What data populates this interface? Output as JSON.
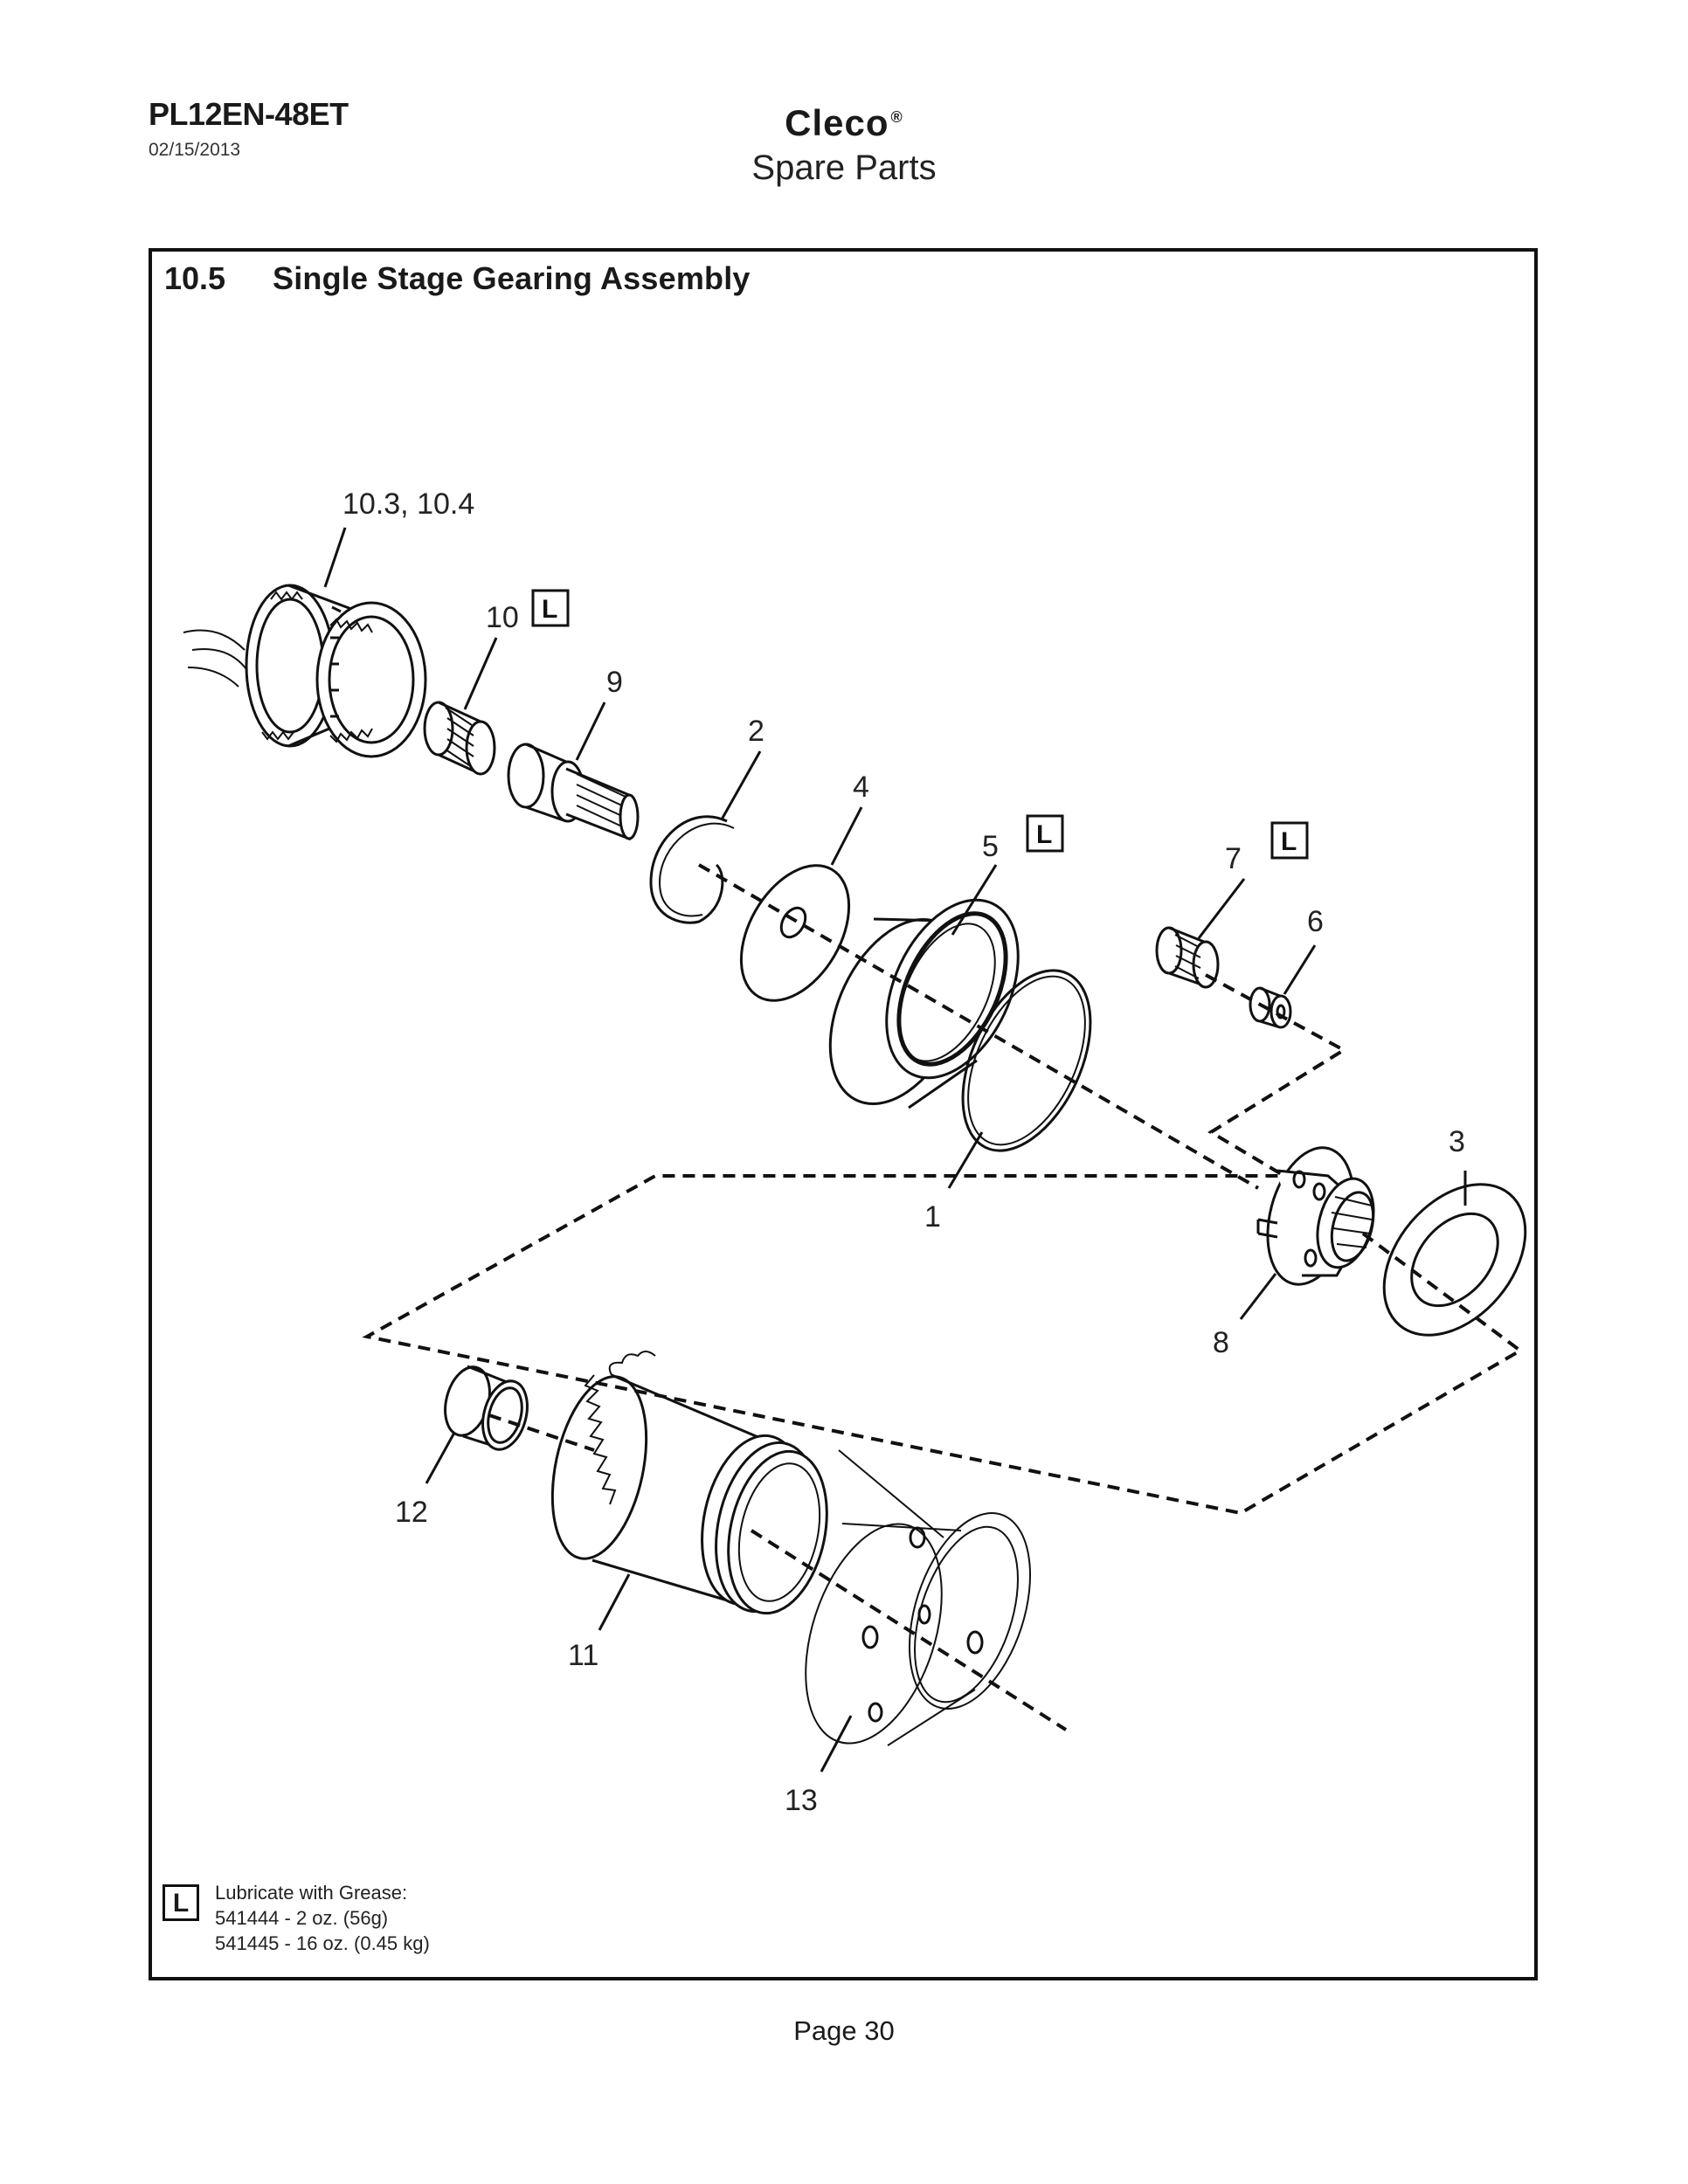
{
  "header": {
    "doc_id": "PL12EN-48ET",
    "date": "02/15/2013",
    "brand": "Cleco",
    "brand_mark": "®",
    "subtitle": "Spare Parts"
  },
  "section": {
    "number": "10.5",
    "title": "Single Stage Gearing Assembly"
  },
  "callouts": [
    {
      "id": "ref-10-3-10-4",
      "label": "10.3, 10.4"
    },
    {
      "id": "part-10",
      "label": "10"
    },
    {
      "id": "part-9",
      "label": "9"
    },
    {
      "id": "part-2",
      "label": "2"
    },
    {
      "id": "part-4",
      "label": "4"
    },
    {
      "id": "part-5",
      "label": "5"
    },
    {
      "id": "part-7",
      "label": "7"
    },
    {
      "id": "part-6",
      "label": "6"
    },
    {
      "id": "part-3",
      "label": "3"
    },
    {
      "id": "part-1",
      "label": "1"
    },
    {
      "id": "part-8",
      "label": "8"
    },
    {
      "id": "part-12",
      "label": "12"
    },
    {
      "id": "part-11",
      "label": "11"
    },
    {
      "id": "part-13",
      "label": "13"
    }
  ],
  "lube_marker": "L",
  "legend": {
    "symbol": "L",
    "title": "Lubricate with Grease:",
    "items": [
      "541444 - 2 oz. (56g)",
      "541445 - 16 oz. (0.45 kg)"
    ]
  },
  "footer": {
    "page": "Page 30"
  }
}
